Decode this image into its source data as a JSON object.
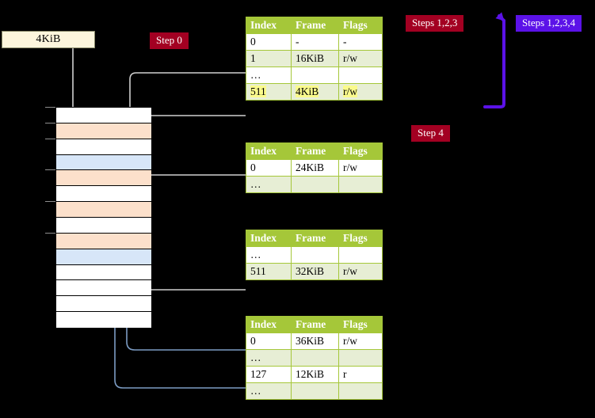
{
  "diagram": {
    "title_block": {
      "label": "4KiB"
    },
    "badges": [
      {
        "name": "step-0",
        "label": "Step 0",
        "color": "#A30022"
      },
      {
        "name": "steps-123",
        "label": "Steps 1,2,3",
        "color": "#A30022"
      },
      {
        "name": "steps-1234",
        "label": "Steps 1,2,3,4",
        "color": "#5B12E8"
      },
      {
        "name": "step-4",
        "label": "Step 4",
        "color": "#A30022"
      }
    ],
    "colors": {
      "header_green": "#A5C739",
      "row_alt": "#E7EED5",
      "highlight_yellow": "#FAFA8C",
      "mem_orange": "#FCE0CB",
      "mem_blue": "#D7E6F8",
      "block_cream": "#FDF6DD",
      "wire_gray": "#BDBDBD",
      "wire_blue": "#7C9CC4",
      "arrow_purple": "#5B12E8",
      "background": "#000000"
    },
    "columns": [
      "Index",
      "Frame",
      "Flags"
    ],
    "tables": [
      {
        "name": "page-table-level-1",
        "rows": [
          {
            "index": "0",
            "frame": "-",
            "flags": "-",
            "alt": false,
            "hl": false
          },
          {
            "index": "1",
            "frame": "16KiB",
            "flags": "r/w",
            "alt": true,
            "hl": false
          },
          {
            "index": "…",
            "frame": "",
            "flags": "",
            "alt": false,
            "hl": false
          },
          {
            "index": "511",
            "frame": "4KiB",
            "flags": "r/w",
            "alt": true,
            "hl": true
          }
        ]
      },
      {
        "name": "page-table-level-2",
        "rows": [
          {
            "index": "0",
            "frame": "24KiB",
            "flags": "r/w",
            "alt": false,
            "hl": false
          },
          {
            "index": "…",
            "frame": "",
            "flags": "",
            "alt": true,
            "hl": false
          }
        ]
      },
      {
        "name": "page-table-level-3",
        "rows": [
          {
            "index": "…",
            "frame": "",
            "flags": "",
            "alt": false,
            "hl": false
          },
          {
            "index": "511",
            "frame": "32KiB",
            "flags": "r/w",
            "alt": true,
            "hl": false
          }
        ]
      },
      {
        "name": "page-table-level-4",
        "rows": [
          {
            "index": "0",
            "frame": "36KiB",
            "flags": "r/w",
            "alt": false,
            "hl": false
          },
          {
            "index": "…",
            "frame": "",
            "flags": "",
            "alt": true,
            "hl": false
          },
          {
            "index": "127",
            "frame": "12KiB",
            "flags": "r",
            "alt": false,
            "hl": false
          },
          {
            "index": "…",
            "frame": "",
            "flags": "",
            "alt": true,
            "hl": false
          }
        ]
      }
    ],
    "memory_column": {
      "name": "physical-memory-column",
      "rows": [
        {
          "fill": "white"
        },
        {
          "fill": "orange"
        },
        {
          "fill": "white"
        },
        {
          "fill": "blue"
        },
        {
          "fill": "orange"
        },
        {
          "fill": "white"
        },
        {
          "fill": "orange"
        },
        {
          "fill": "white"
        },
        {
          "fill": "orange"
        },
        {
          "fill": "blue"
        },
        {
          "fill": "white"
        },
        {
          "fill": "white"
        },
        {
          "fill": "white"
        },
        {
          "fill": "white"
        }
      ]
    }
  }
}
